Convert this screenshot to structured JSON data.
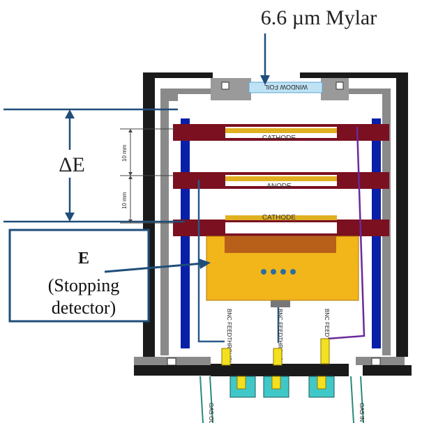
{
  "mylar_label": "6.6 µm Mylar",
  "window_foil_label": "WINDOW FOIL",
  "cathode_top_label": "CATHODE",
  "anode_label": "ANODE",
  "cathode_bottom_label": "CATHODE",
  "gap_upper_label": "10 mm",
  "gap_lower_label": "10 mm",
  "delta_e_label": "ΔE",
  "e_label": "E",
  "stopping_line1": "(Stopping",
  "stopping_line2": "detector)",
  "feedthroughs": [
    {
      "label": "BNC FEEDTHROUGH"
    },
    {
      "label": "BNC FEEDTHROUGH"
    },
    {
      "label": "BNC FEEDTHROUGH"
    }
  ],
  "gas_out_label": "GAS OUT",
  "gas_in_label": "GAS IN",
  "colors": {
    "annotation_blue": "#1f4e79",
    "rod_blue": "#0a1fa8",
    "electrode_dark_red": "#7a1020",
    "electrode_gold": "#e0b020",
    "detector_orange": "#f2b51a",
    "detector_top": "#b8601a",
    "wire_purple": "#6a2a9a",
    "connector_yellow": "#f5e020",
    "connector_cyan": "#40c8c8",
    "chamber_gray": "#8a8a8a",
    "chamber_black": "#1a1a1a"
  }
}
